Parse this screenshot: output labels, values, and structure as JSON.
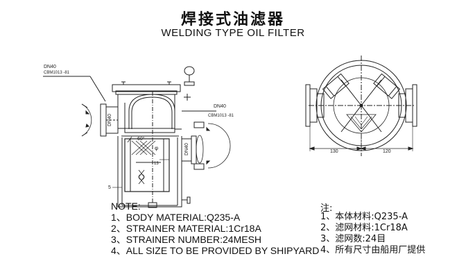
{
  "title_cn": "焊接式油滤器",
  "title_en": "WELDING TYPE OIL FILTER",
  "labels": {
    "dn_left": "DN40",
    "std_left": "CBM1013 -81",
    "dn_right": "DN40",
    "std_right": "CBM1013 -81",
    "dn_inlet": "DN40",
    "dn_outlet": "DN40",
    "angle": "60°",
    "dim_small": "5",
    "phi": "φ",
    "dim_13": "13",
    "dim_left_plan": "130",
    "dim_right_plan": "120"
  },
  "notes_en": {
    "heading": "NOTE:",
    "items": [
      "1、BODY MATERIAL:Q235-A",
      "2、STRAINER MATERIAL:1Cr18A",
      "3、STRAINER NUMBER:24MESH",
      "4、ALL SIZE TO BE PROVIDED BY SHIPYARD"
    ]
  },
  "notes_cn": {
    "heading": "注:",
    "items": [
      "1、本体材料:Q235-A",
      "2、滤网材料:1Cr18A",
      "3、滤网数:24目",
      "4、所有尺寸由船用厂提供"
    ]
  }
}
